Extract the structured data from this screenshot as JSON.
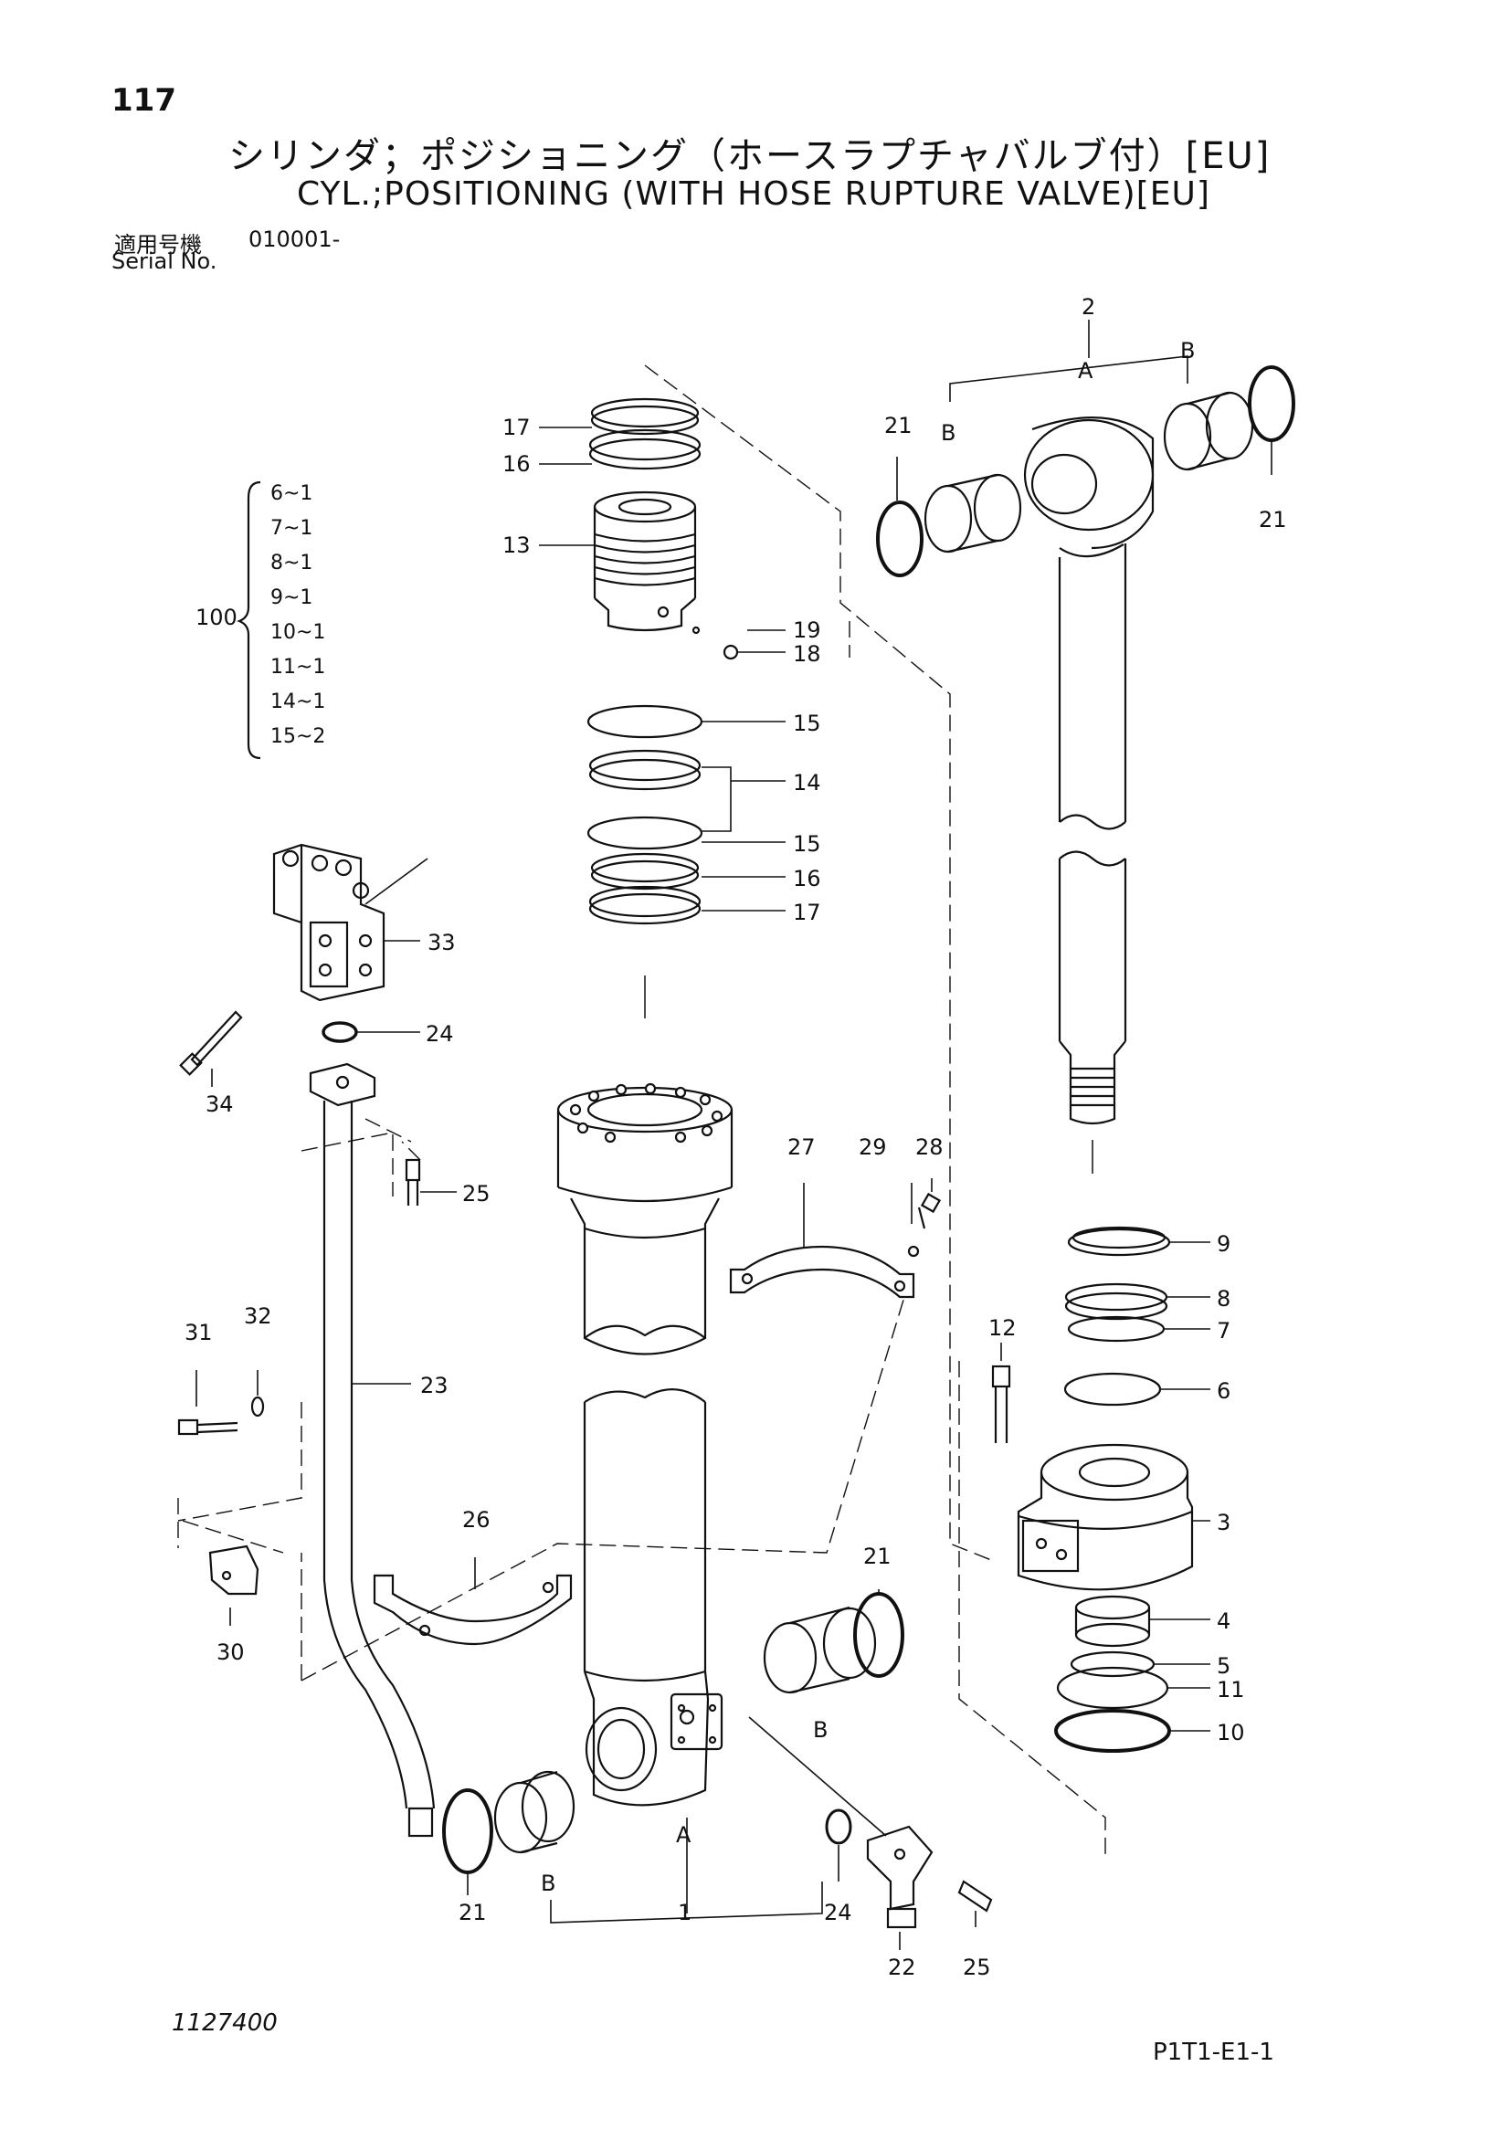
{
  "header": {
    "page_number": "117",
    "title_jp": "シリンダ；ポジショニング（ホースラプチャバルブ付）[EU]",
    "title_en": "CYL.;POSITIONING (WITH HOSE RUPTURE VALVE)[EU]",
    "serial_label_jp": "適用号機",
    "serial_label_en": "Serial No.",
    "serial_value": "010001-"
  },
  "kit": {
    "number": "100",
    "items": [
      "6~1",
      "7~1",
      "8~1",
      "9~1",
      "10~1",
      "11~1",
      "14~1",
      "15~2"
    ]
  },
  "callouts": {
    "c1": "1",
    "c2": "2",
    "c3": "3",
    "c4": "4",
    "c5": "5",
    "c6": "6",
    "c7": "7",
    "c8": "8",
    "c9": "9",
    "c10": "10",
    "c11": "11",
    "c12": "12",
    "c13": "13",
    "c14": "14",
    "c15a": "15",
    "c15b": "15",
    "c16a": "16",
    "c16b": "16",
    "c17a": "17",
    "c17b": "17",
    "c18": "18",
    "c19": "19",
    "c21a": "21",
    "c21b": "21",
    "c21c": "21",
    "c21d": "21",
    "c22": "22",
    "c23": "23",
    "c24a": "24",
    "c24b": "24",
    "c25a": "25",
    "c25b": "25",
    "c26": "26",
    "c27": "27",
    "c28": "28",
    "c29": "29",
    "c30": "30",
    "c31": "31",
    "c32": "32",
    "c33": "33",
    "c34": "34",
    "a_top": "A",
    "b_top_left": "B",
    "b_top_right": "B",
    "a_bottom": "A",
    "b_bottom_left": "B",
    "b_bottom_right": "B"
  },
  "footer": {
    "document_number": "1127400",
    "figure_ref": "P1T1-E1-1"
  }
}
